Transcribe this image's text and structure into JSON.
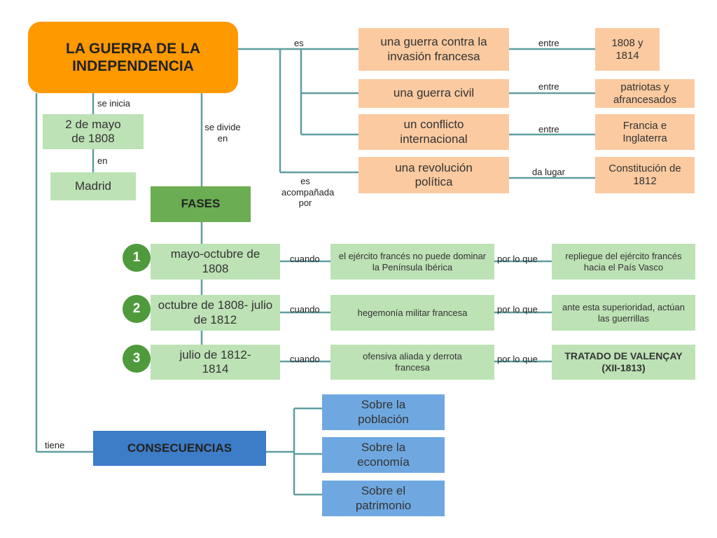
{
  "main": {
    "title": "LA GUERRA DE LA INDEPENDENCIA"
  },
  "start": {
    "label": "se inicia",
    "date": "2 de mayo de 1808",
    "en_label": "en",
    "place": "Madrid"
  },
  "phases_link": {
    "label": "se divide en"
  },
  "es_label": "es",
  "acompanada_label": "es acompañada por",
  "definitions": [
    {
      "text": "una guerra contra la invasión francesa",
      "link": "entre",
      "detail": "1808 y 1814"
    },
    {
      "text": "una guerra civil",
      "link": "entre",
      "detail": "patriotas y afrancesados"
    },
    {
      "text": "un conflicto internacional",
      "link": "entre",
      "detail": "Francia e Inglaterra"
    },
    {
      "text": "una revolución política",
      "link": "da lugar",
      "detail": "Constitución de 1812"
    }
  ],
  "fases": {
    "title": "FASES",
    "items": [
      {
        "number": "1",
        "period": "mayo-octubre de 1808",
        "when_label": "cuando",
        "when": "el ejército francés no puede dominar la Península Ibérica",
        "result_label": "por lo que",
        "result": "repliegue del ejército francés hacia el País Vasco"
      },
      {
        "number": "2",
        "period": "octubre de 1808- julio de 1812",
        "when_label": "cuando",
        "when": "hegemonía militar francesa",
        "result_label": "por lo que",
        "result": "ante esta superioridad, actúan las guerrillas"
      },
      {
        "number": "3",
        "period": "julio de 1812- 1814",
        "when_label": "cuando",
        "when": "ofensiva aliada y derrota francesa",
        "result_label": "por lo que",
        "result": "TRATADO DE VALENÇAY (XII-1813)"
      }
    ]
  },
  "consecuencias": {
    "label": "tiene",
    "title": "CONSECUENCIAS",
    "items": [
      "Sobre la población",
      "Sobre la economía",
      "Sobre el patrimonio"
    ]
  }
}
